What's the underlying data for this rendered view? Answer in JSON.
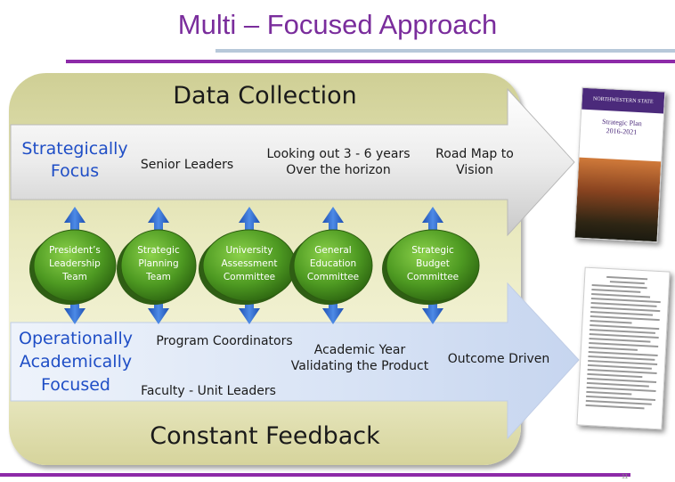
{
  "title": "Multi – Focused Approach",
  "box": {
    "top_label": "Data Collection",
    "bottom_label": "Constant Feedback"
  },
  "upper_arrow": {
    "label_line1": "Strategically",
    "label_line2": "Focus",
    "col1": "Senior Leaders",
    "col2_line1": "Looking out 3 - 6 years",
    "col2_line2": "Over the horizon",
    "col3_line1": "Road Map to",
    "col3_line2": "Vision"
  },
  "lower_arrow": {
    "label_line1": "Operationally",
    "label_line2": "Academically",
    "label_line3": "Focused",
    "item1": "Program Coordinators",
    "item2": "Faculty - Unit Leaders",
    "item3_line1": "Academic Year",
    "item3_line2": "Validating the Product",
    "item4": "Outcome Driven"
  },
  "groups": [
    {
      "line1": "President’s",
      "line2": "Leadership",
      "line3": "Team"
    },
    {
      "line1": "Strategic",
      "line2": "Planning",
      "line3": "Team"
    },
    {
      "line1": "University",
      "line2": "Assessment",
      "line3": "Committee"
    },
    {
      "line1": "General",
      "line2": "Education",
      "line3": "Committee"
    },
    {
      "line1": "Strategic",
      "line2": "Budget",
      "line3": "Committee"
    }
  ],
  "documents": {
    "doc1_header": "NORTHWESTERN STATE",
    "doc1_title_line1": "Strategic Plan",
    "doc1_title_line2": "2016-2021"
  },
  "slide_number": "11",
  "colors": {
    "title": "#7a2d9c",
    "rule": "#8d2aa8",
    "accent_blue": "#1f4ec6",
    "oval_green": "#5aa42a",
    "arrow_blue": "#2e6cd1"
  }
}
